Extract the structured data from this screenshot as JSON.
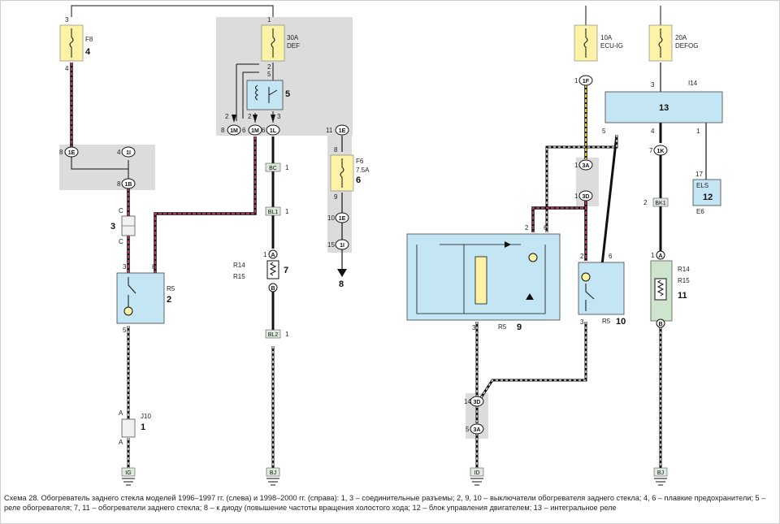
{
  "colors": {
    "fuse": "#fcf3a6",
    "relay": "#c4e5f3",
    "gray": "#dcdcdc",
    "heater": "#cde5cd",
    "wire_red": "#b0305a",
    "wire_yellow": "#e8c52a",
    "ground_tag": "#dfe9df"
  },
  "components": {
    "f8": {
      "name": "F8",
      "num": "4",
      "pin_top": "3",
      "pin_bottom": "4"
    },
    "f30": {
      "rating": "30A",
      "name": "DEF",
      "pin_top": "1",
      "pin_bottom": "2"
    },
    "relay5": {
      "num": "5",
      "p1": "5",
      "p2": "2",
      "p3": "2",
      "p4": "3"
    },
    "conn3": {
      "num": "3",
      "pin": "C"
    },
    "r5a": {
      "name": "R5",
      "num": "2",
      "pin3": "3",
      "pin8": "8",
      "pin5": "5"
    },
    "j10": {
      "name": "J10",
      "num": "1",
      "pin": "A"
    },
    "heater7": {
      "name1": "R14",
      "name2": "R15",
      "num": "7",
      "pin": "1"
    },
    "f6": {
      "name": "F6",
      "rating": "7.5A",
      "num": "6",
      "pin_top": "8",
      "pin_bottom": "9"
    },
    "arrow8": {
      "num": "8"
    },
    "f10": {
      "rating": "10A",
      "name": "ECU-IG",
      "pin": "1"
    },
    "f20": {
      "rating": "20A",
      "name": "DEFOG"
    },
    "ecu13": {
      "num": "13",
      "conn": "I14",
      "pin3": "3",
      "pin5": "5",
      "pin4": "4",
      "pin1": "1"
    },
    "els12": {
      "name": "ELS",
      "num": "12",
      "sub": "E6",
      "pin": "17"
    },
    "switch9": {
      "name": "R5",
      "num": "9",
      "pin2": "2",
      "pin6": "6",
      "pin3": "3"
    },
    "switch10": {
      "name": "R5",
      "num": "10",
      "pin2": "2",
      "pin3": "3",
      "pin6": "6"
    },
    "heater11": {
      "name1": "R14",
      "name2": "R15",
      "num": "11",
      "pin": "1"
    }
  },
  "connectors": {
    "c1E": "1E",
    "c1I": "1I",
    "c1B": "1B",
    "c1M": "1M",
    "c1L": "1L",
    "c1F": "1F",
    "c3A": "3A",
    "c3D": "3D",
    "c1K": "1K",
    "cA": "A",
    "cB": "B"
  },
  "pins": {
    "p1": "1",
    "p2": "2",
    "p3": "3",
    "p4": "4",
    "p5": "5",
    "p6": "6",
    "p7": "7",
    "p8": "8",
    "p9": "9",
    "p10": "10",
    "p11": "11",
    "p14": "14",
    "p15": "15",
    "p17": "17",
    "pA": "A",
    "pB": "B",
    "pC": "C"
  },
  "tags": {
    "bc": "BC",
    "bl1": "BL1",
    "bl2": "BL2",
    "bk1": "BK1",
    "ig": "IG",
    "bj": "BJ",
    "id": "ID"
  },
  "caption": "Схема 28. Обогреватель заднего стекла моделей 1996–1997 гг. (слева) и 1998–2000 гг. (справа): 1, 3 – соединительные разъемы; 2, 9, 10 – выключатели обогревателя заднего стекла; 4, 6 – плавкие предохранители; 5 – реле обогревателя; 7, 11 – обогреватели заднего стекла; 8 – к диоду (повышение частоты вращения холостого хода; 12 – блок управления двигателем; 13 – интегральное реле"
}
